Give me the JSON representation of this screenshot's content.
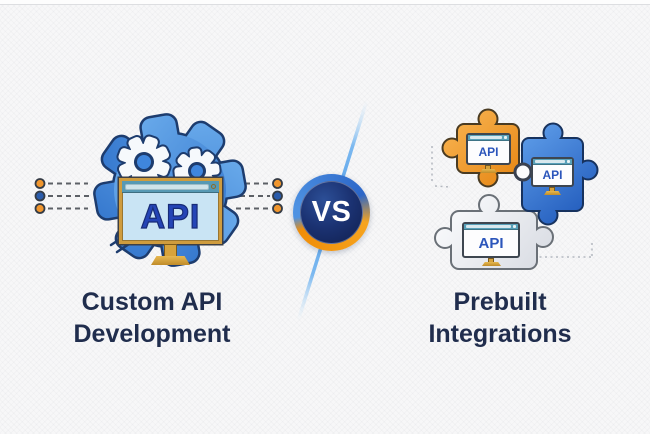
{
  "left_panel": {
    "icon": "gear-api-monitor-icon",
    "monitor_label": "API",
    "heading": "Custom API\nDevelopment"
  },
  "versus": {
    "label": "VS",
    "ring_left_color": "#ef8d08",
    "ring_right_color": "#2b66c8",
    "circle_color": "#16295e",
    "divider_color": "#57a2ea"
  },
  "right_panel": {
    "icon": "puzzle-pieces-icon",
    "heading": "Prebuilt\nIntegrations",
    "puzzles": [
      {
        "name": "orange-puzzle",
        "color": "#ef9428",
        "label": "API"
      },
      {
        "name": "blue-puzzle",
        "color": "#2f6fd0",
        "label": "API"
      },
      {
        "name": "gray-puzzle",
        "color": "#eceef2",
        "label": "API"
      }
    ]
  },
  "colors": {
    "background": "#f7f7f8",
    "gear_blue": "#3f86dd",
    "heading_text": "#202d4d",
    "monitor_frame_gold": "#cf9c3e",
    "monitor_screen_blue": "#c9e4f4"
  }
}
